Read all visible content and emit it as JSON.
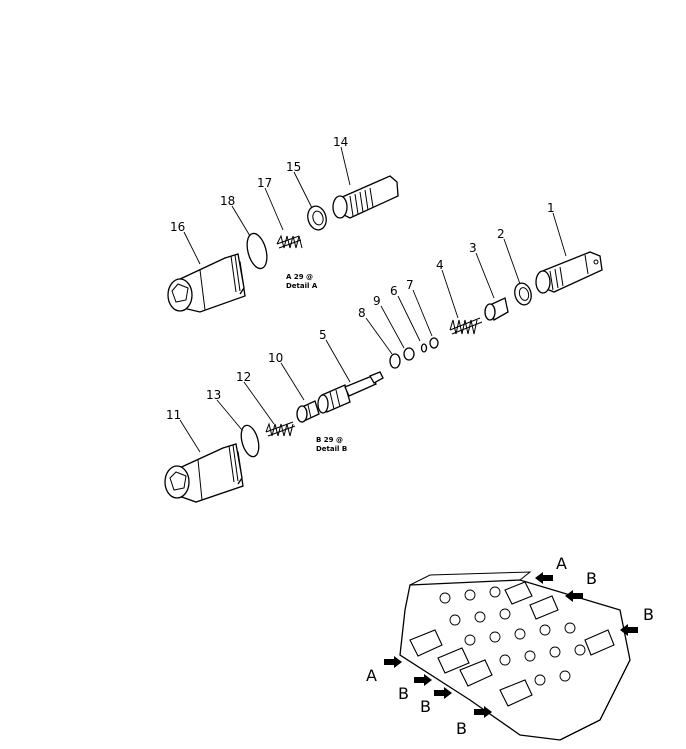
{
  "parts": [
    {
      "no": "1"
    },
    {
      "no": "2"
    },
    {
      "no": "3"
    },
    {
      "no": "4"
    },
    {
      "no": "5"
    },
    {
      "no": "6"
    },
    {
      "no": "7"
    },
    {
      "no": "8"
    },
    {
      "no": "9"
    },
    {
      "no": "10"
    },
    {
      "no": "11"
    },
    {
      "no": "12"
    },
    {
      "no": "13"
    },
    {
      "no": "14"
    },
    {
      "no": "15"
    },
    {
      "no": "16"
    },
    {
      "no": "17"
    },
    {
      "no": "18"
    }
  ],
  "detail_a": {
    "code": "A 29 @",
    "caption": "Detail A"
  },
  "detail_b": {
    "code": "B 29 @",
    "caption": "Detail B"
  },
  "overview_callouts": [
    "A",
    "B",
    "B",
    "A",
    "B",
    "B",
    "B"
  ]
}
